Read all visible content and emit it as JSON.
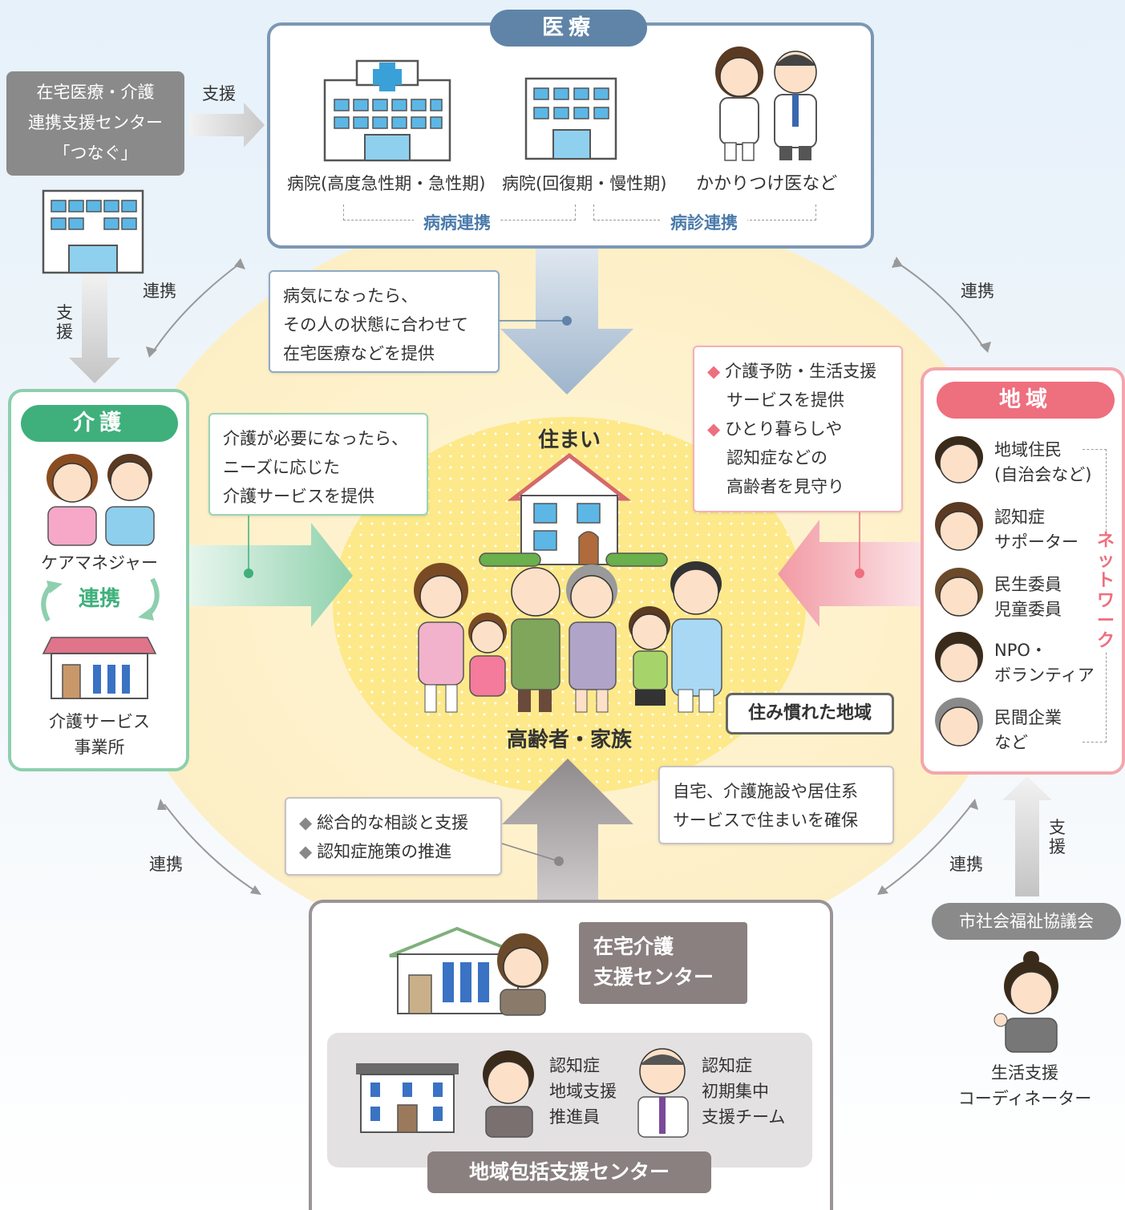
{
  "medical": {
    "title": "医療",
    "hospital_acute": "病院(高度急性期・急性期)",
    "hospital_chronic": "病院(回復期・慢性期)",
    "family_doctor": "かかりつけ医など",
    "link_hospital": "病病連携",
    "link_clinic": "病診連携",
    "callout": [
      "病気になったら、",
      "その人の状態に合わせて",
      "在宅医療などを提供"
    ]
  },
  "support_center": {
    "lines": [
      "在宅医療・介護",
      "連携支援センター",
      "「つなぐ」"
    ],
    "arrow_label": "支援"
  },
  "kaigo": {
    "title": "介護",
    "care_manager": "ケアマネジャー",
    "link": "連携",
    "office": [
      "介護サービス",
      "事業所"
    ],
    "support_label": "支援",
    "callout": [
      "介護が必要になったら、",
      "ニーズに応じた",
      "介護サービスを提供"
    ]
  },
  "center": {
    "home": "住まい",
    "people": "高齢者・家族",
    "sign": "住み慣れた地域",
    "sumai_callout": [
      "自宅、介護施設や居住系",
      "サービスで住まいを確保"
    ]
  },
  "chiiki": {
    "title": "地域",
    "members": [
      [
        "地域住民",
        "(自治会など)"
      ],
      [
        "認知症",
        "サポーター"
      ],
      [
        "民生委員",
        "児童委員"
      ],
      [
        "NPO・",
        "ボランティア"
      ],
      [
        "民間企業",
        "など"
      ]
    ],
    "network": [
      "ネ",
      "ッ",
      "ト",
      "ワ",
      "ー",
      "ク"
    ],
    "callout": [
      "介護予防・生活支援",
      "サービスを提供",
      "ひとり暮らしや",
      "認知症などの",
      "高齢者を見守り"
    ],
    "support_label": "支援"
  },
  "links": {
    "label": "連携"
  },
  "houkatsu": {
    "callout": [
      "総合的な相談と支援",
      "認知症施策の推進"
    ],
    "zaitaku": [
      "在宅介護",
      "支援センター"
    ],
    "promoter": [
      "認知症",
      "地域支援",
      "推進員"
    ],
    "team": [
      "認知症",
      "初期集中",
      "支援チーム"
    ],
    "title": "地域包括支援センター"
  },
  "social": {
    "council": "市社会福祉協議会",
    "coordinator": [
      "生活支援",
      "コーディネーター"
    ]
  },
  "colors": {
    "medical": "#5f84a7",
    "kaigo": "#3fb07b",
    "chiiki": "#ee6f7e",
    "gray": "#8a8080"
  }
}
